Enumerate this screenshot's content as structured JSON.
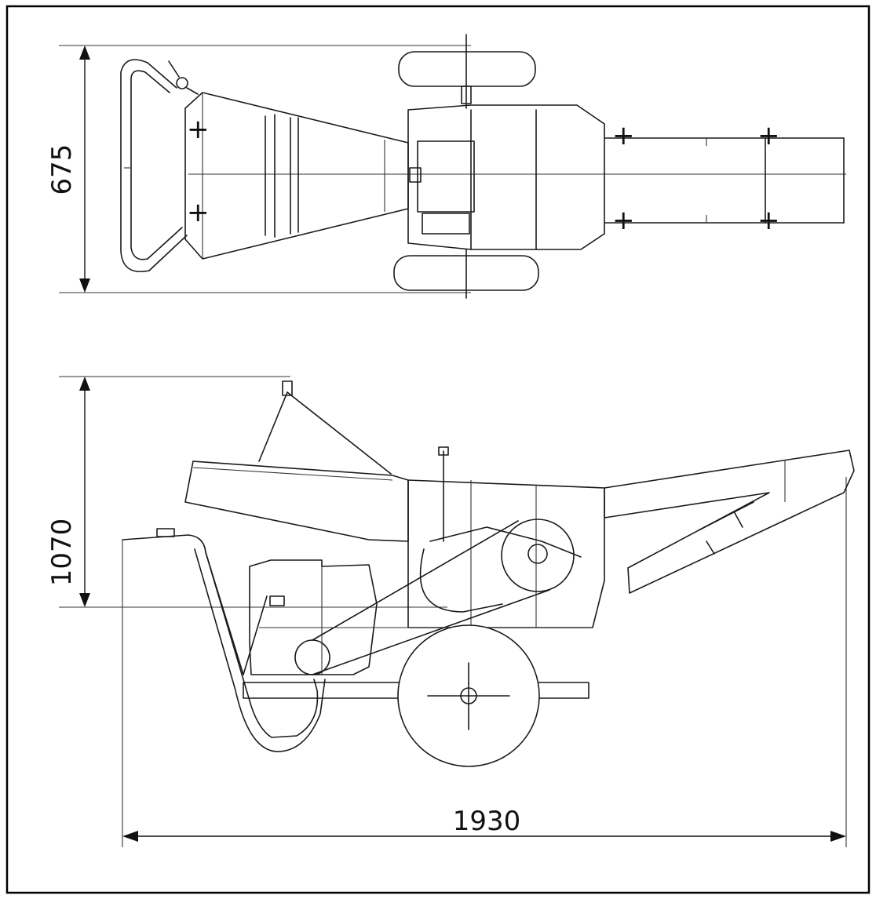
{
  "dimensions": {
    "width": "675",
    "height": "1070",
    "length": "1930"
  }
}
